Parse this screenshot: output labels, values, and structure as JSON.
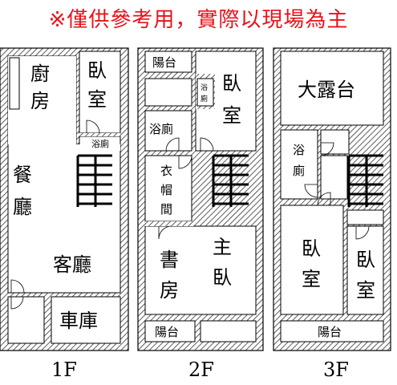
{
  "notice": "※僅供參考用，實際以現場為主",
  "notice_color": "#e8121a",
  "floors": [
    {
      "label": "1F",
      "rooms": {
        "kitchen": "廚房",
        "bedroom": "臥室",
        "bath": "浴廁",
        "dining": "餐廳",
        "living": "客廳",
        "garage": "車庫"
      }
    },
    {
      "label": "2F",
      "rooms": {
        "balcony_front": "陽台",
        "bath_small": "浴廁",
        "bedroom": "臥室",
        "bath": "浴廁",
        "closet": "衣帽間",
        "study": "書房",
        "master": "主臥",
        "balcony_back": "陽台"
      }
    },
    {
      "label": "3F",
      "rooms": {
        "terrace": "大露台",
        "bath": "浴廁",
        "bedroom_left": "臥室",
        "bedroom_right": "臥室",
        "balcony": "陽台"
      }
    }
  ]
}
